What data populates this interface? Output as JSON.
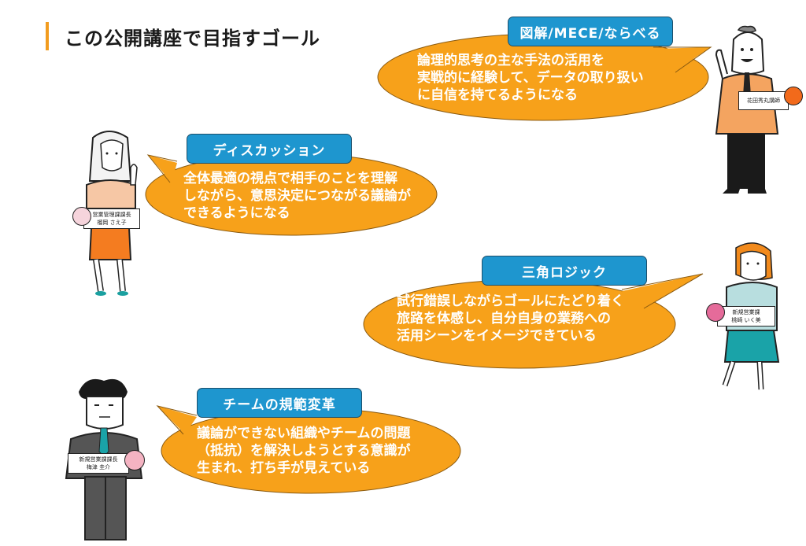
{
  "page": {
    "title": "この公開講座で目指すゴール",
    "accent_color": "#f29c1f",
    "bubble_color": "#f7a11a",
    "tag_color": "#1e96cf"
  },
  "goals": [
    {
      "tag": "図解/MECE/ならべる",
      "lines": [
        "論理的思考の主な手法の活用を",
        "実戦的に経験して、データの取り扱い",
        "に自信を持てるようになる"
      ],
      "speaker": {
        "title": "",
        "name": "花田秀丸講師",
        "flower": "orange-flower-icon"
      }
    },
    {
      "tag": "ディスカッション",
      "lines": [
        "全体最適の視点で相手のことを理解",
        "しながら、意思決定につながる議論が",
        "できるようになる"
      ],
      "speaker": {
        "title": "営業管理課課長",
        "name": "榴岡 さえ子",
        "flower": "cherry-blossom-icon"
      }
    },
    {
      "tag": "三角ロジック",
      "lines": [
        "試行錯誤しながらゴールにたどり着く",
        "旅路を体感し、自分自身の業務への",
        "活用シーンをイメージできている"
      ],
      "speaker": {
        "title": "新規営業課",
        "name": "桃崎 いく美",
        "flower": "peach-blossom-icon"
      }
    },
    {
      "tag": "チームの規範変革",
      "lines": [
        "議論ができない組織やチームの問題",
        "（抵抗）を解決しようとする意識が",
        "生まれ、打ち手が見えている"
      ],
      "speaker": {
        "title": "新規営業課課長",
        "name": "梅津 圭介",
        "flower": "plum-blossom-icon"
      }
    }
  ]
}
